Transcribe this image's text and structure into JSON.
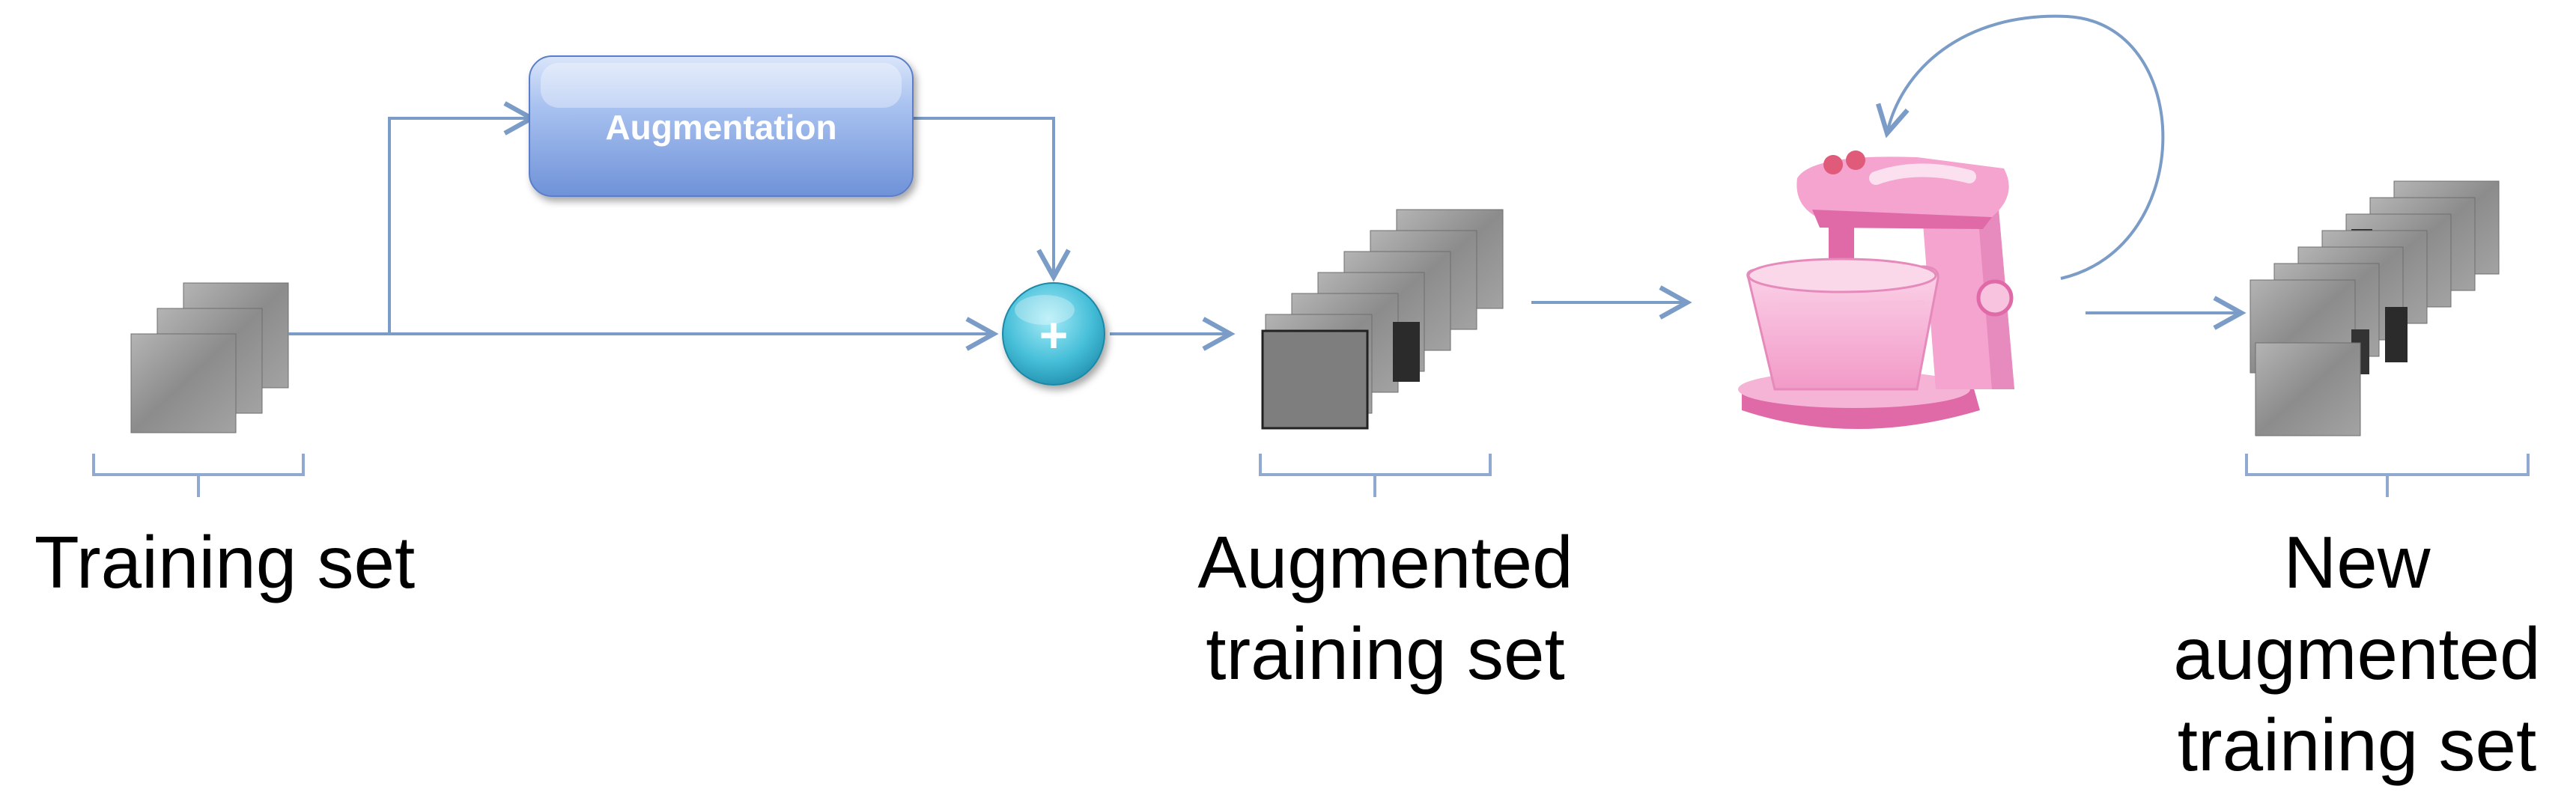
{
  "diagram": {
    "augmentation_box": {
      "label": "Augmentation"
    },
    "combine_node": {
      "symbol": "+"
    },
    "labels": {
      "training_set": [
        "Training set"
      ],
      "augmented_training_set": [
        "Augmented",
        "training set"
      ],
      "new_augmented_training_set": [
        "New",
        "augmented",
        "training set"
      ]
    }
  },
  "colors": {
    "connector": "#7a9cc6",
    "box_top": "#c9d9f5",
    "box_bottom": "#7d9de0",
    "node_top": "#8ee0f0",
    "node_bottom": "#2aa6c4",
    "mixer_pink": "#f5a3cf",
    "mixer_dark_pink": "#e06aa8",
    "tile_gray": "#8f8f8f"
  },
  "icons": {
    "mixer": "stand-mixer-icon",
    "image_stack": "image-stack-icon"
  }
}
